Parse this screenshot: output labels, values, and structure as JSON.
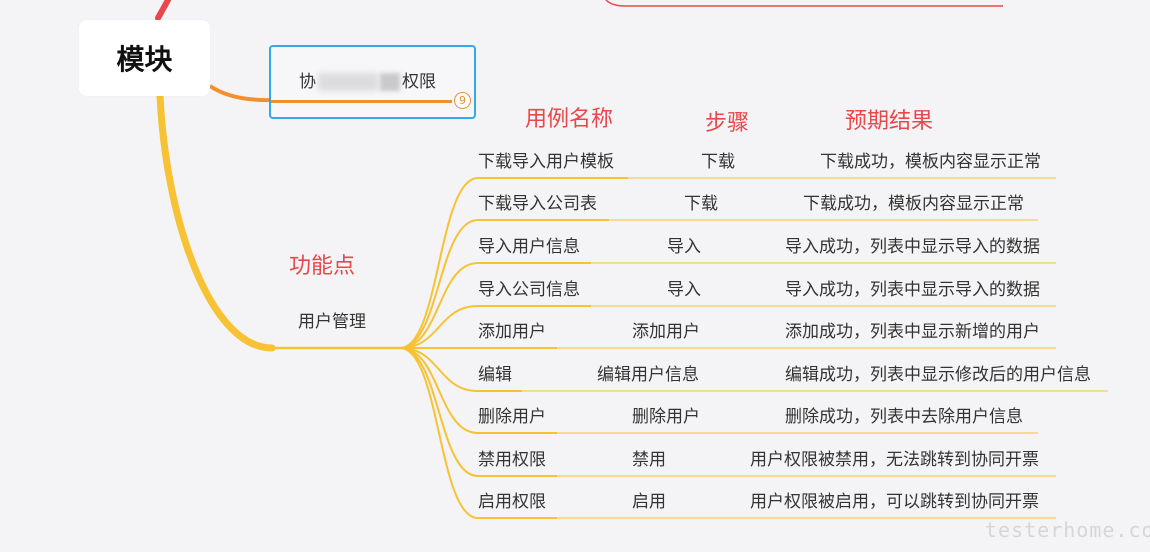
{
  "root": {
    "title": "模块"
  },
  "selected_node": {
    "text_start": "协",
    "text_end": "权限",
    "badge": "9"
  },
  "headers": {
    "feature": "功能点",
    "case_name": "用例名称",
    "step": "步骤",
    "expected": "预期结果"
  },
  "feature": {
    "label": "用户管理"
  },
  "rows": [
    {
      "name": "下载导入用户模板",
      "step": "下载",
      "expected": "下载成功，模板内容显示正常"
    },
    {
      "name": "下载导入公司表",
      "step": "下载",
      "expected": "下载成功，模板内容显示正常"
    },
    {
      "name": "导入用户信息",
      "step": "导入",
      "expected": "导入成功，列表中显示导入的数据"
    },
    {
      "name": "导入公司信息",
      "step": "导入",
      "expected": "导入成功，列表中显示导入的数据"
    },
    {
      "name": "添加用户",
      "step": "添加用户",
      "expected": "添加成功，列表中显示新增的用户"
    },
    {
      "name": "编辑",
      "step": "编辑用户信息",
      "expected": "编辑成功，列表中显示修改后的用户信息"
    },
    {
      "name": "删除用户",
      "step": "删除用户",
      "expected": "删除成功，列表中去除用户信息"
    },
    {
      "name": "禁用权限",
      "step": "禁用",
      "expected": "用户权限被禁用，无法跳转到协同开票"
    },
    {
      "name": "启用权限",
      "step": "启用",
      "expected": "用户权限被启用，可以跳转到协同开票"
    }
  ],
  "watermark": "testerhome.com",
  "colors": {
    "branch_yellow": "#f7c233",
    "branch_orange": "#f2902f",
    "branch_red": "#e8474b",
    "selection_blue": "#35a9e8",
    "annotation_red": "#e8474b"
  }
}
